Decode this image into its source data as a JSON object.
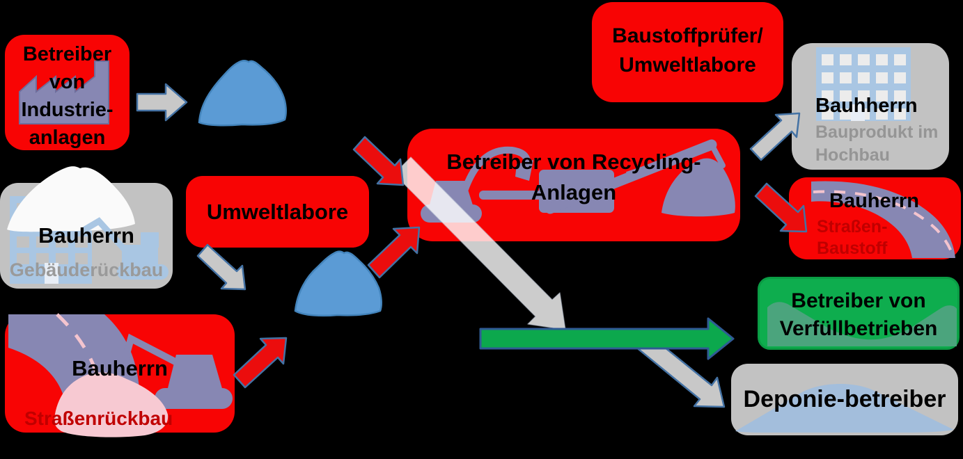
{
  "diagram": {
    "background_color": "#000000",
    "node_colors": {
      "red": "#F80404",
      "gray": "#C2C2C2",
      "green": "#0EAD4E"
    },
    "text_colors": {
      "primary": "#000000",
      "subtitle_gray": "#9A9A9A",
      "subtitle_dark_red": "#C00000"
    },
    "shape_colors": {
      "pile_blue": "#5B9BD5",
      "icon_purple": "#8787B3",
      "icon_light_blue": "#A9C6E3",
      "pile_white": "#FAFAFA",
      "pile_pink": "#F7C9D2",
      "valley_teal": "#4BA47D",
      "mound_light_blue": "#A3BEDC",
      "arrow_gray_fill": "#C8C8C8",
      "arrow_red_fill": "#EB0D0D",
      "arrow_green_fill": "#0CA84D",
      "arrow_white_fill": "rgba(255,255,255,0.8)",
      "arrow_outline": "#4472A4"
    }
  },
  "nodes": {
    "industrieanlagen": {
      "line1": "Betreiber",
      "line2": "von",
      "line3": "Industrie-",
      "line4": "anlagen"
    },
    "bauherrn_gebaeude": {
      "title": "Bauherrn",
      "subtitle": "Gebäuderückbau"
    },
    "umweltlabore": {
      "title": "Umweltlabore"
    },
    "bauherrn_strassenrueckbau": {
      "title": "Bauherrn",
      "subtitle": "Straßenrückbau"
    },
    "recycling": {
      "line1": "Betreiber von Recycling-",
      "line2": "Anlagen"
    },
    "baustoffpruefer": {
      "line1": "Baustoffprüfer/",
      "line2": "Umweltlabore"
    },
    "bauhherrn_hochbau": {
      "title": "Bauhherrn",
      "subtitle_line1": "Bauprodukt im",
      "subtitle_line2": "Hochbau"
    },
    "bauherrn_strassenbaustoff": {
      "title": "Bauherrn",
      "subtitle_line1": "Straßen-",
      "subtitle_line2": "Baustoff"
    },
    "verfuellbetriebe": {
      "line1": "Betreiber von",
      "line2": "Verfüllbetrieben"
    },
    "deponie": {
      "title": "Deponie-betreiber"
    }
  },
  "icons": [
    "factory-icon",
    "building-icon",
    "rubble-pile-white-icon",
    "excavator-light-icon",
    "road-icon",
    "excavator-icon",
    "rubble-pile-pink-icon",
    "recycling-excavator-icon",
    "conveyor-crusher-icon",
    "recycling-pile-icon",
    "highrise-building-icon",
    "road-curve-icon",
    "backfill-valley-icon",
    "landfill-mound-icon",
    "material-pile-icon",
    "material-pile-2-icon"
  ],
  "arrows": [
    {
      "name": "arrow-industrie-to-pile",
      "color": "gray",
      "direction": "right"
    },
    {
      "name": "arrow-gebaeude-to-pile",
      "color": "gray",
      "direction": "down-right"
    },
    {
      "name": "arrow-strassenrueckbau-up",
      "color": "red",
      "direction": "up-right"
    },
    {
      "name": "arrow-into-recycling-top",
      "color": "red",
      "direction": "down-right"
    },
    {
      "name": "arrow-into-recycling-bottom",
      "color": "red",
      "direction": "up-right"
    },
    {
      "name": "arrow-recycling-diagonal",
      "color": "white",
      "direction": "down-right"
    },
    {
      "name": "arrow-to-hochbau",
      "color": "gray",
      "direction": "up-right"
    },
    {
      "name": "arrow-to-strassenbaustoff",
      "color": "red",
      "direction": "down-right"
    },
    {
      "name": "arrow-to-verfuell",
      "color": "green",
      "direction": "right"
    },
    {
      "name": "arrow-to-deponie",
      "color": "gray",
      "direction": "down-right"
    }
  ]
}
